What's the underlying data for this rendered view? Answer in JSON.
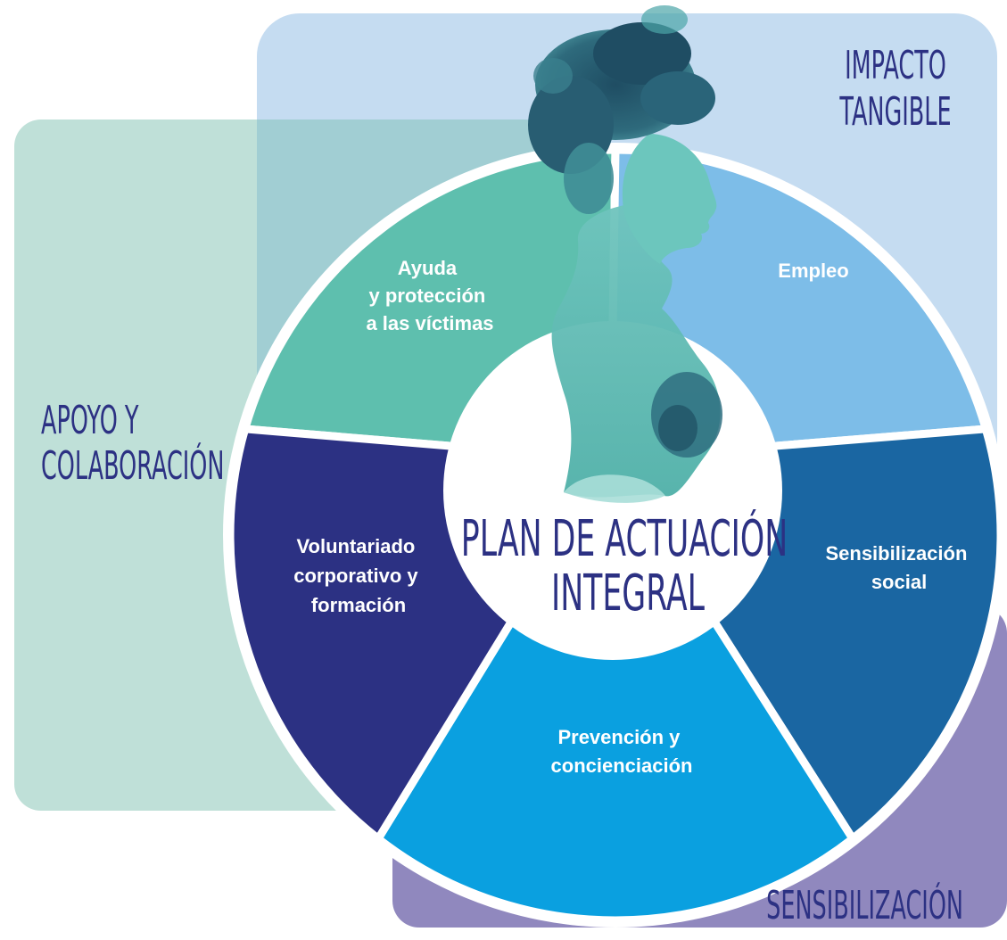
{
  "areas": {
    "impacto": {
      "line1": "IMPACTO",
      "line2": "TANGIBLE",
      "color": "#c5dcf1"
    },
    "apoyo": {
      "line1": "APOYO Y",
      "line2": "COLABORACIÓN",
      "color": "#bcdfd6"
    },
    "sensibilizacion": {
      "line1": "SENSIBILIZACIÓN",
      "color": "#9088be"
    }
  },
  "center": {
    "line1": "PLAN DE ACTUACIÓN",
    "line2": "INTEGRAL"
  },
  "segments": {
    "ayuda": {
      "lines": [
        "Ayuda",
        "y protección",
        "a las víctimas"
      ],
      "color": "#5ebfae"
    },
    "empleo": {
      "lines": [
        "Empleo"
      ],
      "color": "#7dbde8"
    },
    "sensibilizacion_social": {
      "lines": [
        "Sensibilización",
        "social"
      ],
      "color": "#1a66a2"
    },
    "prevencion": {
      "lines": [
        "Prevención y",
        "concienciación"
      ],
      "color": "#0aa0e0"
    },
    "voluntariado": {
      "lines": [
        "Voluntariado",
        "corporativo y",
        "formación"
      ],
      "color": "#2c3183"
    }
  },
  "colors": {
    "title_text": "#2c3183",
    "segment_text": "#ffffff",
    "separator": "#ffffff",
    "hub": "#ffffff"
  },
  "illustration": {
    "icon": "woman-watercolor-silhouette"
  }
}
